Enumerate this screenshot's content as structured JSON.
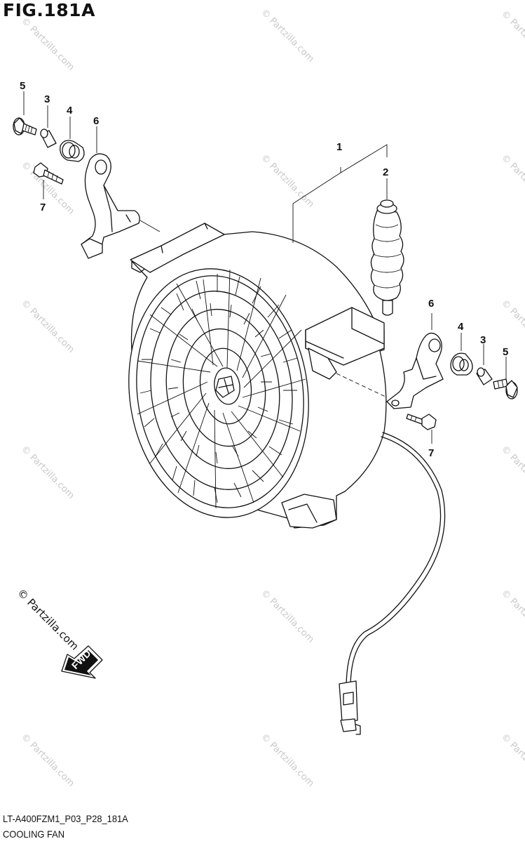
{
  "figure": {
    "title": "FIG.181A",
    "code": "LT-A400FZM1_P03_P28_181A",
    "name": "COOLING FAN"
  },
  "callouts": [
    {
      "id": "c1",
      "label": "1"
    },
    {
      "id": "c2",
      "label": "2"
    },
    {
      "id": "c3a",
      "label": "3"
    },
    {
      "id": "c4a",
      "label": "4"
    },
    {
      "id": "c5a",
      "label": "5"
    },
    {
      "id": "c6a",
      "label": "6"
    },
    {
      "id": "c7a",
      "label": "7"
    },
    {
      "id": "c3b",
      "label": "3"
    },
    {
      "id": "c4b",
      "label": "4"
    },
    {
      "id": "c5b",
      "label": "5"
    },
    {
      "id": "c6b",
      "label": "6"
    },
    {
      "id": "c7b",
      "label": "7"
    }
  ],
  "arrow": {
    "label": "FWD"
  },
  "watermark": {
    "text": "© Partzilla.com",
    "large_text": "© Partzilla.com"
  }
}
